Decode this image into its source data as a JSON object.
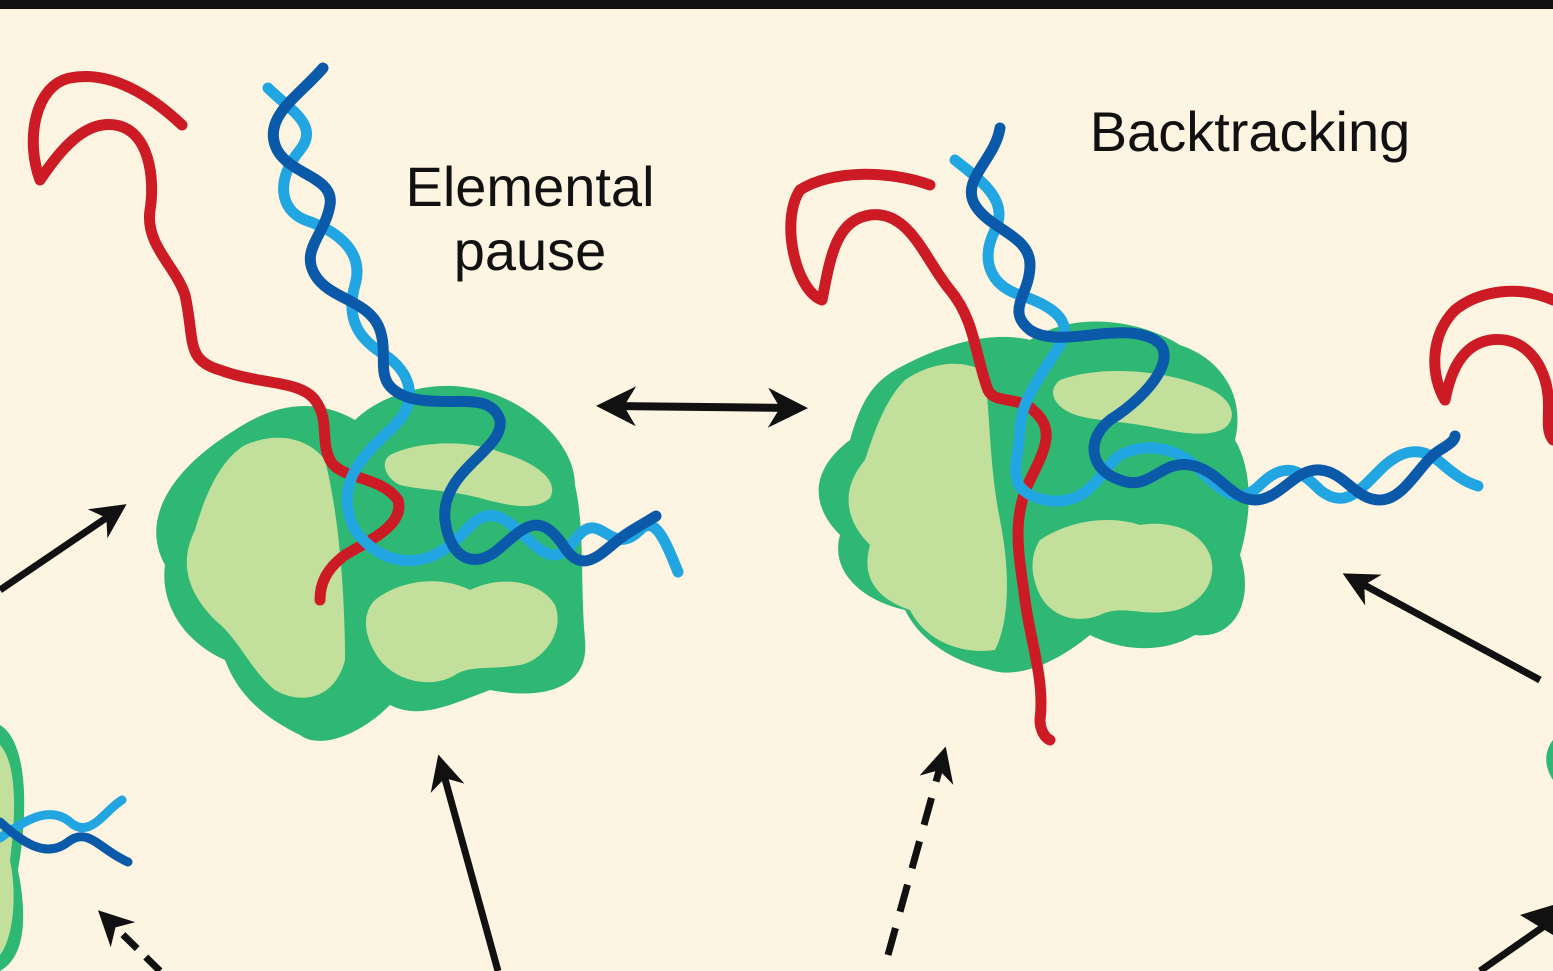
{
  "figure": {
    "background": "#fdf5e1",
    "top_border": "#111111",
    "colors": {
      "rna": "#cc1b24",
      "dna_template": "#0b5aaa",
      "dna_nontemplate": "#22a6e2",
      "polymerase_outer": "#2fb874",
      "polymerase_inner": "#c3df9c",
      "arrow": "#111111"
    }
  },
  "states": [
    {
      "id": "elemental-pause",
      "label_line1": "Elemental",
      "label_line2": "pause"
    },
    {
      "id": "backtracking",
      "label": "Backtracking"
    }
  ],
  "transitions": [
    {
      "from": "elemental-pause",
      "to": "backtracking",
      "style": "solid",
      "direction": "bidirectional"
    }
  ]
}
